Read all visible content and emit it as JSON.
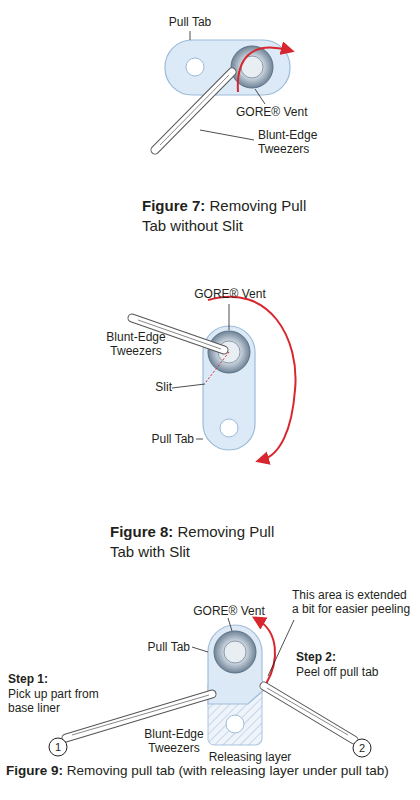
{
  "diagram": {
    "labels": [
      "Pull Tab",
      "GORE® Vent",
      "Blunt-Edge Tweezers",
      "Figure 7:",
      "Removing Pull Tab without Slit",
      "GORE® Vent",
      "Blunt-Edge Tweezers",
      "Slit",
      "Pull Tab",
      "Figure 8:",
      "Removing Pull Tab with Slit",
      "GORE® Vent",
      "Pull Tab",
      "This area is extended a bit for easier peeling",
      "Step 1:",
      "Pick up part from base liner",
      "1",
      "Blunt-Edge Tweezers",
      "Releasing layer",
      "Step 2:",
      "Peel off pull tab",
      "2",
      "Figure 9:",
      "Removing pull tab (with releasing layer under pull tab)"
    ]
  }
}
